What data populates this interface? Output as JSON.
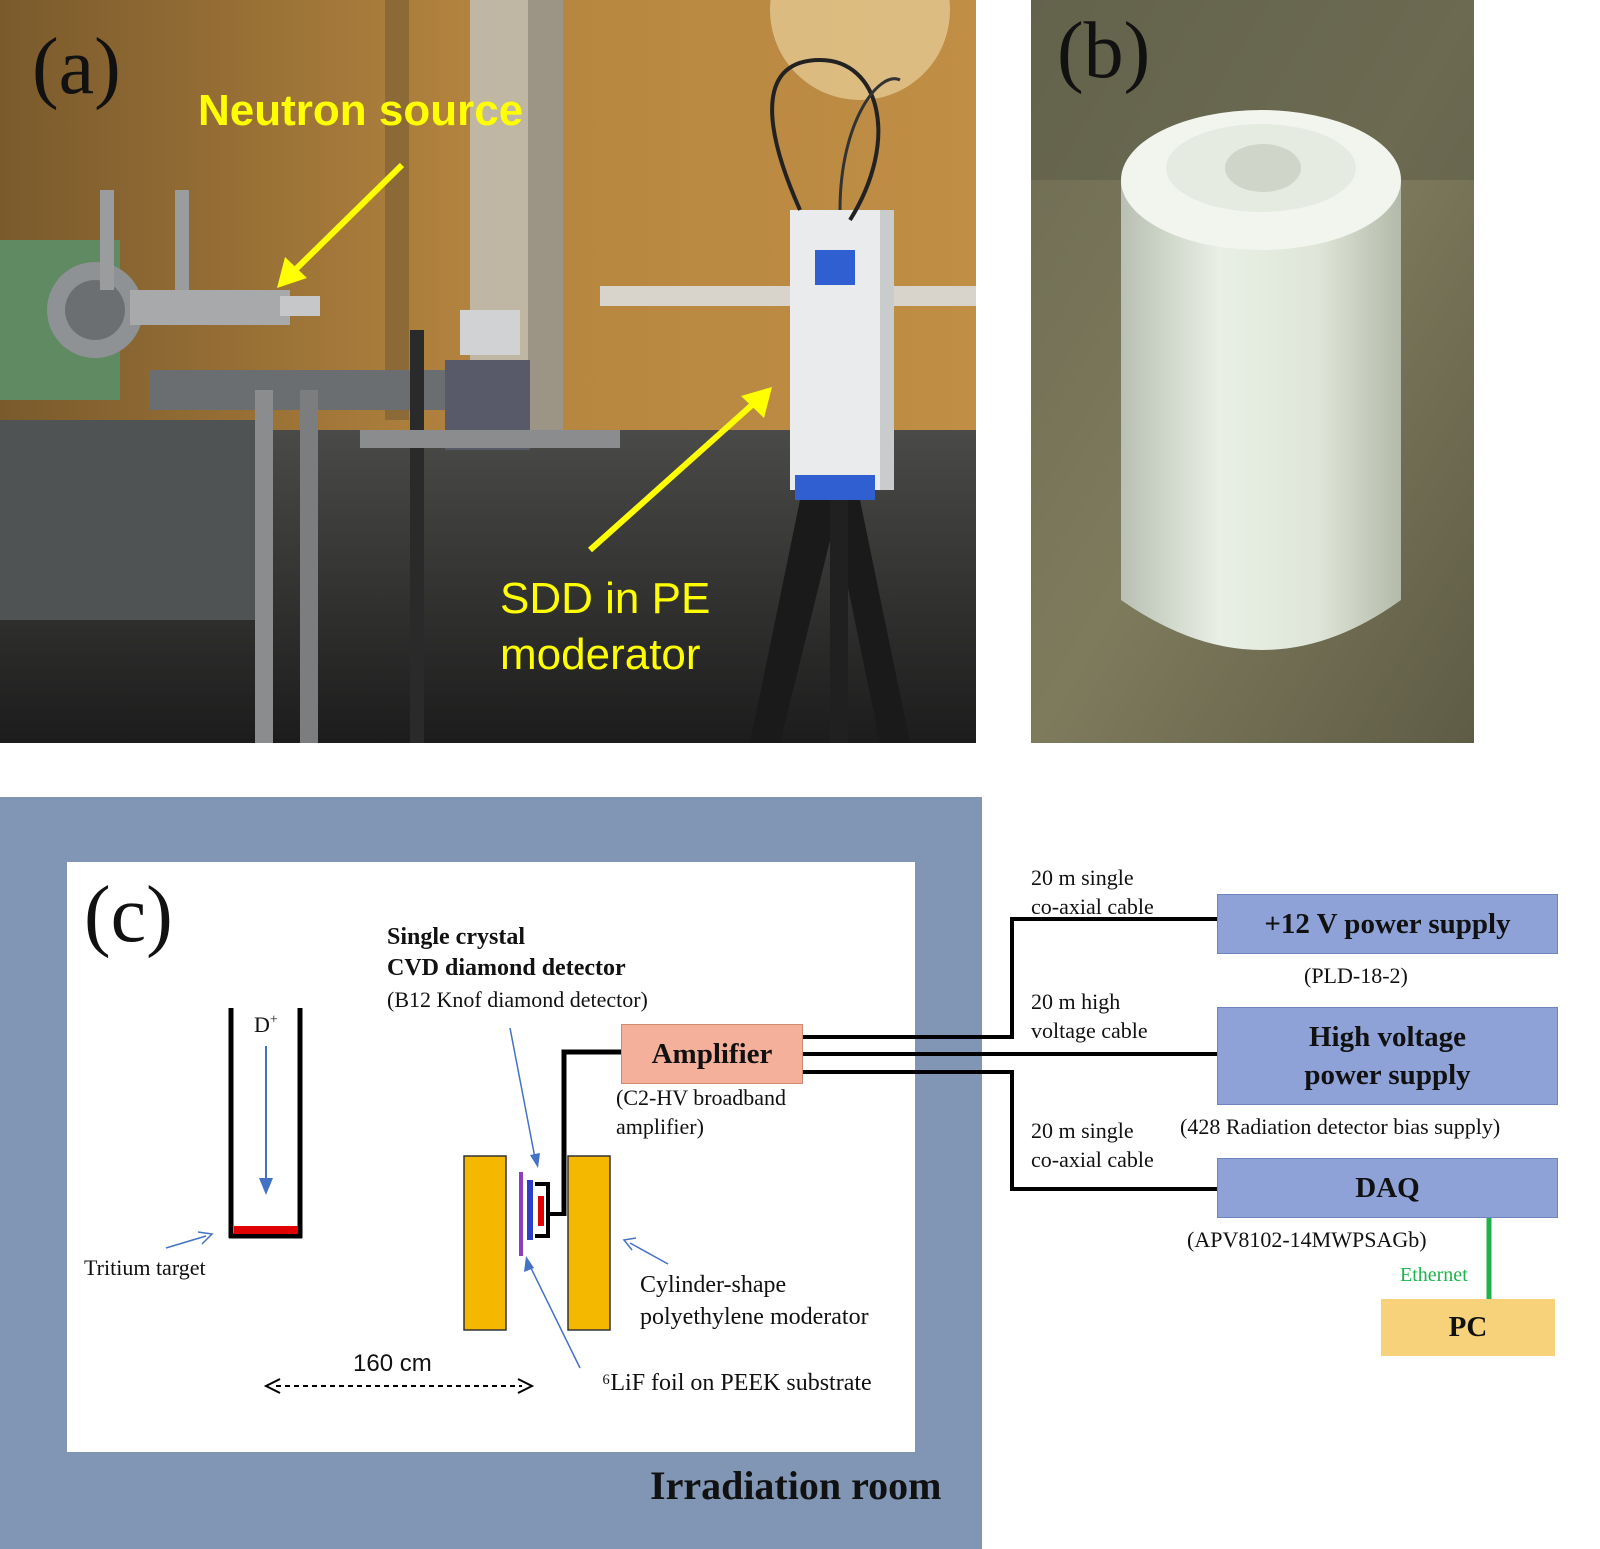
{
  "panel_a": {
    "label": "(a)",
    "annotation_source": "Neutron source",
    "annotation_sdd_line1": "SDD in PE",
    "annotation_sdd_line2": "moderator",
    "annotation_color": "#ffff00"
  },
  "panel_b": {
    "label": "(b)"
  },
  "panel_c": {
    "label": "(c)",
    "room_label": "Irradiation room",
    "room_color": "#8096b4",
    "deuteron_label": "D+",
    "tritium_label": "Tritium target",
    "detector_title_line1": "Single crystal",
    "detector_title_line2": "CVD diamond detector",
    "detector_model": "(B12 Knof diamond detector)",
    "amplifier_label": "Amplifier",
    "amplifier_model_line1": "(C2-HV broadband",
    "amplifier_model_line2": "amplifier)",
    "moderator_line1": "Cylinder-shape",
    "moderator_line2": "polyethylene moderator",
    "foil_label": "⁶LiF foil on PEEK substrate",
    "distance_label": "160 cm",
    "cable1_line1": "20 m single",
    "cable1_line2": "co-axial cable",
    "cable2_line1": "20 m high",
    "cable2_line2": "voltage cable",
    "cable3_line1": "20 m single",
    "cable3_line2": "co-axial cable",
    "psu12_label": "+12 V power supply",
    "psu12_model": "(PLD-18-2)",
    "hv_line1": "High voltage",
    "hv_line2": "power supply",
    "hv_model": "(428 Radiation detector bias supply)",
    "daq_label": "DAQ",
    "daq_model": "(APV8102-14MWPSAGb)",
    "ethernet_label": "Ethernet",
    "pc_label": "PC",
    "colors": {
      "moderator": "#f5b800",
      "amplifier": "#f4b09a",
      "box_blue": "#8ea2d8",
      "pc": "#f8d27a",
      "ethernet": "#1db34a",
      "target": "#e00000",
      "arrow_blue": "#4472c4"
    }
  }
}
